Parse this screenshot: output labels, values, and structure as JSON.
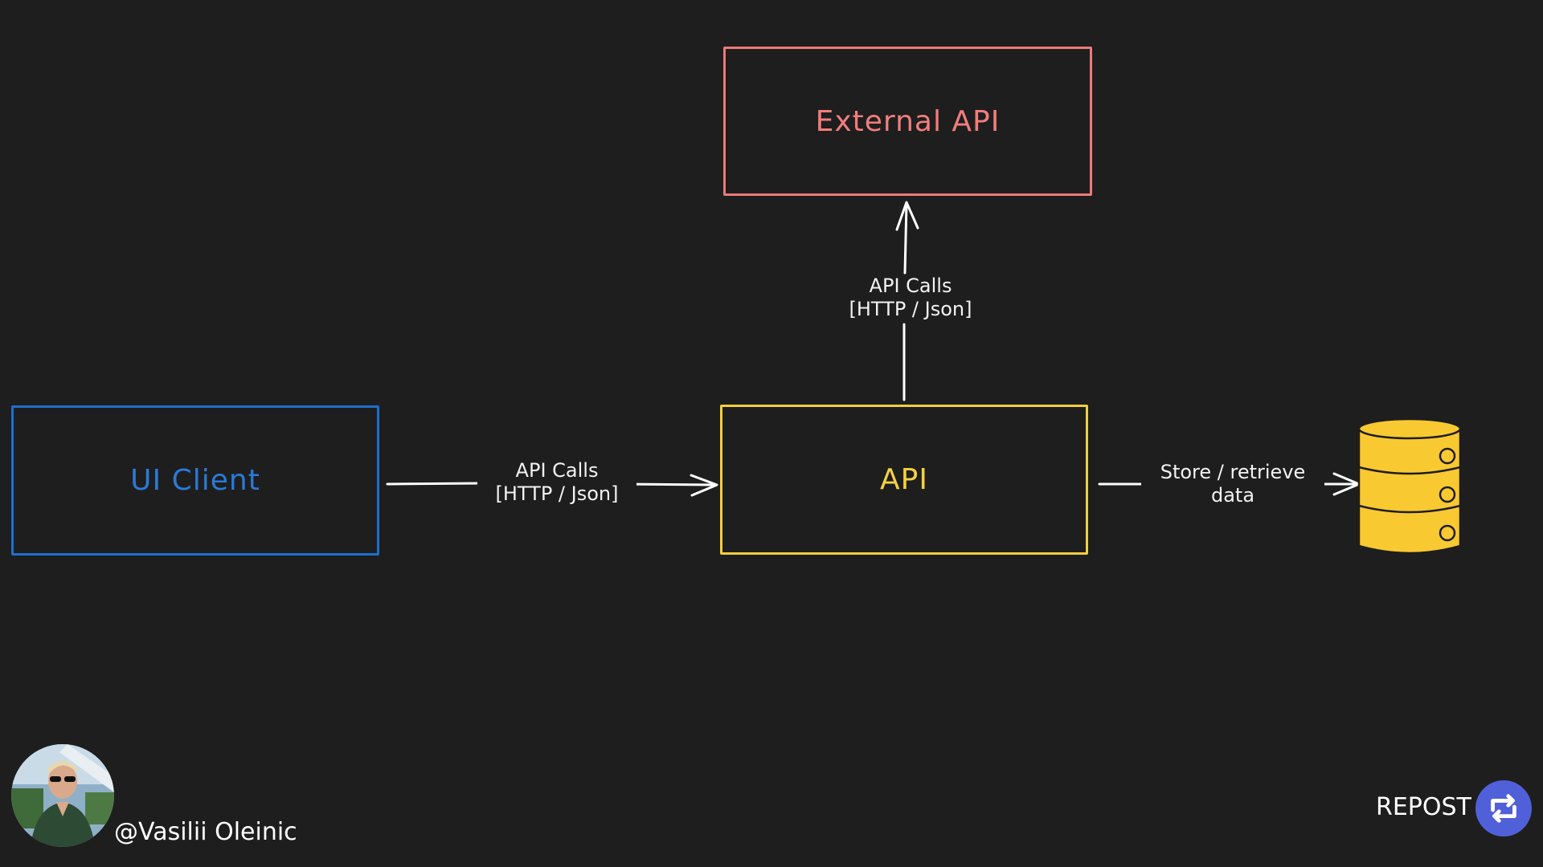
{
  "diagram": {
    "nodes": {
      "ui_client": {
        "label": "UI Client",
        "color": "#1e6fcc"
      },
      "api": {
        "label": "API",
        "color": "#f2cf3c"
      },
      "external_api": {
        "label": "External API",
        "color": "#ee7a7a"
      },
      "database": {
        "icon": "database-icon",
        "color": "#f9c932"
      }
    },
    "edges": {
      "ui_to_api": {
        "line1": "API Calls",
        "line2": "[HTTP / Json]"
      },
      "api_to_external": {
        "line1": "API Calls",
        "line2": "[HTTP / Json]"
      },
      "api_to_db": {
        "line1": "Store / retrieve",
        "line2": "data"
      }
    },
    "edge_color": "#ffffff",
    "background": "#1e1e1e"
  },
  "footer": {
    "author_handle": "@Vasilii Oleinic",
    "avatar_icon": "avatar",
    "repost_label": "REPOST",
    "repost_icon": "repost-icon",
    "repost_color": "#5060d8"
  }
}
